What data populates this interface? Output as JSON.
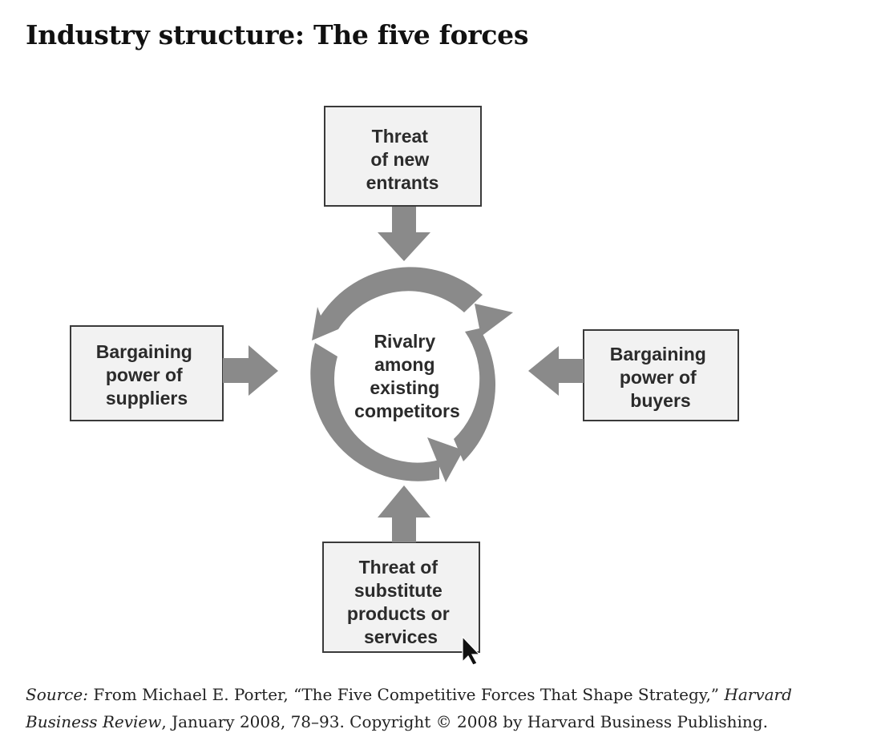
{
  "title": "Industry structure: The five forces",
  "forces": {
    "top": {
      "lines": [
        "Threat",
        "of new",
        "entrants"
      ]
    },
    "left": {
      "lines": [
        "Bargaining",
        "power of",
        "suppliers"
      ]
    },
    "right": {
      "lines": [
        "Bargaining",
        "power of",
        "buyers"
      ]
    },
    "bottom": {
      "lines": [
        "Threat of",
        "substitute",
        "products or",
        "services"
      ]
    },
    "center": {
      "lines": [
        "Rivalry",
        "among",
        "existing",
        "competitors"
      ]
    }
  },
  "source": {
    "label": "Source:",
    "text_before": " From Michael E. Porter, “The Five Competitive Forces That Shape Strategy,” ",
    "journal": "Harvard Business Review",
    "text_after": ", January 2008, 78–93. Copyright © 2008 by Harvard Business Publishing."
  }
}
